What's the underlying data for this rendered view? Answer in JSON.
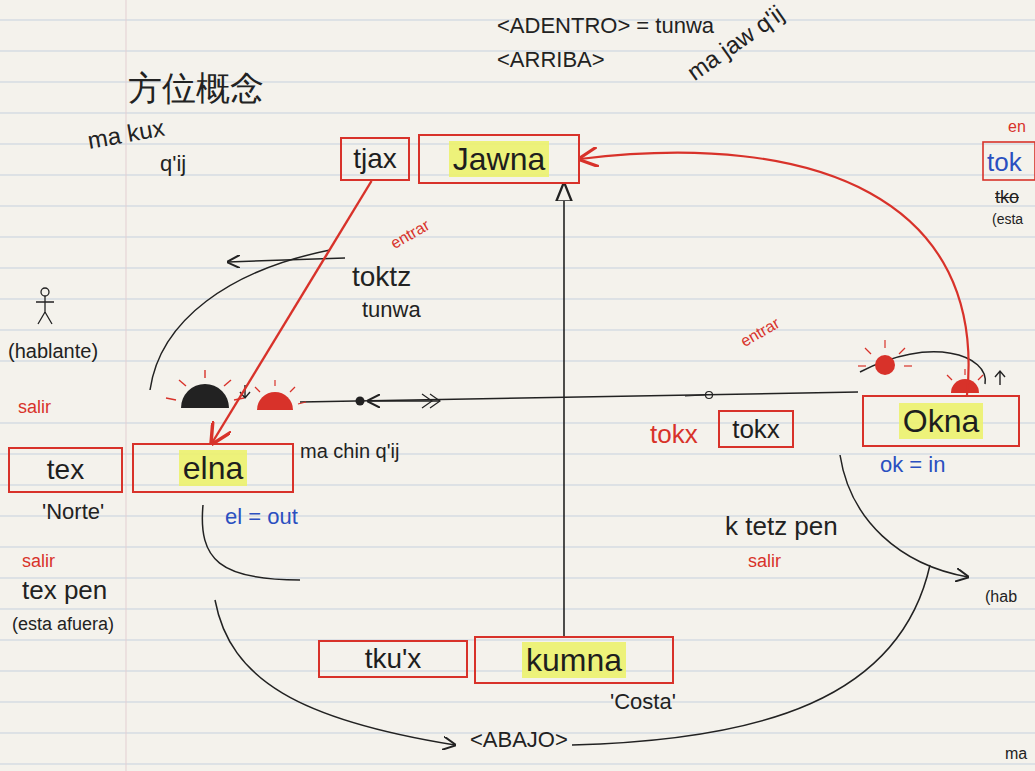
{
  "diagram": {
    "title": "方位概念",
    "nodes": [
      {
        "text": [
          "tjax"
        ]
      },
      {
        "text": [
          "Jawna"
        ]
      },
      {
        "text": [
          "tex"
        ]
      },
      {
        "text": [
          "elna"
        ]
      },
      {
        "text": [
          "tokx"
        ]
      },
      {
        "text": [
          "Okna"
        ]
      },
      {
        "text": [
          "tku'x"
        ]
      },
      {
        "text": [
          "kumna"
        ]
      }
    ],
    "edges": [
      {
        "from": 0,
        "to": 3,
        "arrow": "to"
      },
      {
        "from": 7,
        "to": 1,
        "arrow": "to"
      },
      {
        "from": 5,
        "to": 1,
        "arrow": "to"
      }
    ],
    "labels": [
      "<ADENTRO> = tunwa",
      "<ARRIBA>",
      "ma kux",
      "q'ij",
      "ma jaw q'ij",
      "entrar",
      "toktz",
      "tunwa",
      "(hablante)",
      "salir",
      "ma chin q'ij",
      "'Norte'",
      "el = out",
      "salir",
      "tex pen",
      "(esta afuera)",
      "entrar",
      "tokx",
      "ok = in",
      "k tetz pen",
      "salir",
      "'Costa'",
      "<ABAJO>",
      "en",
      "tok",
      "tko",
      "(esta",
      "(hab",
      "ma"
    ]
  }
}
